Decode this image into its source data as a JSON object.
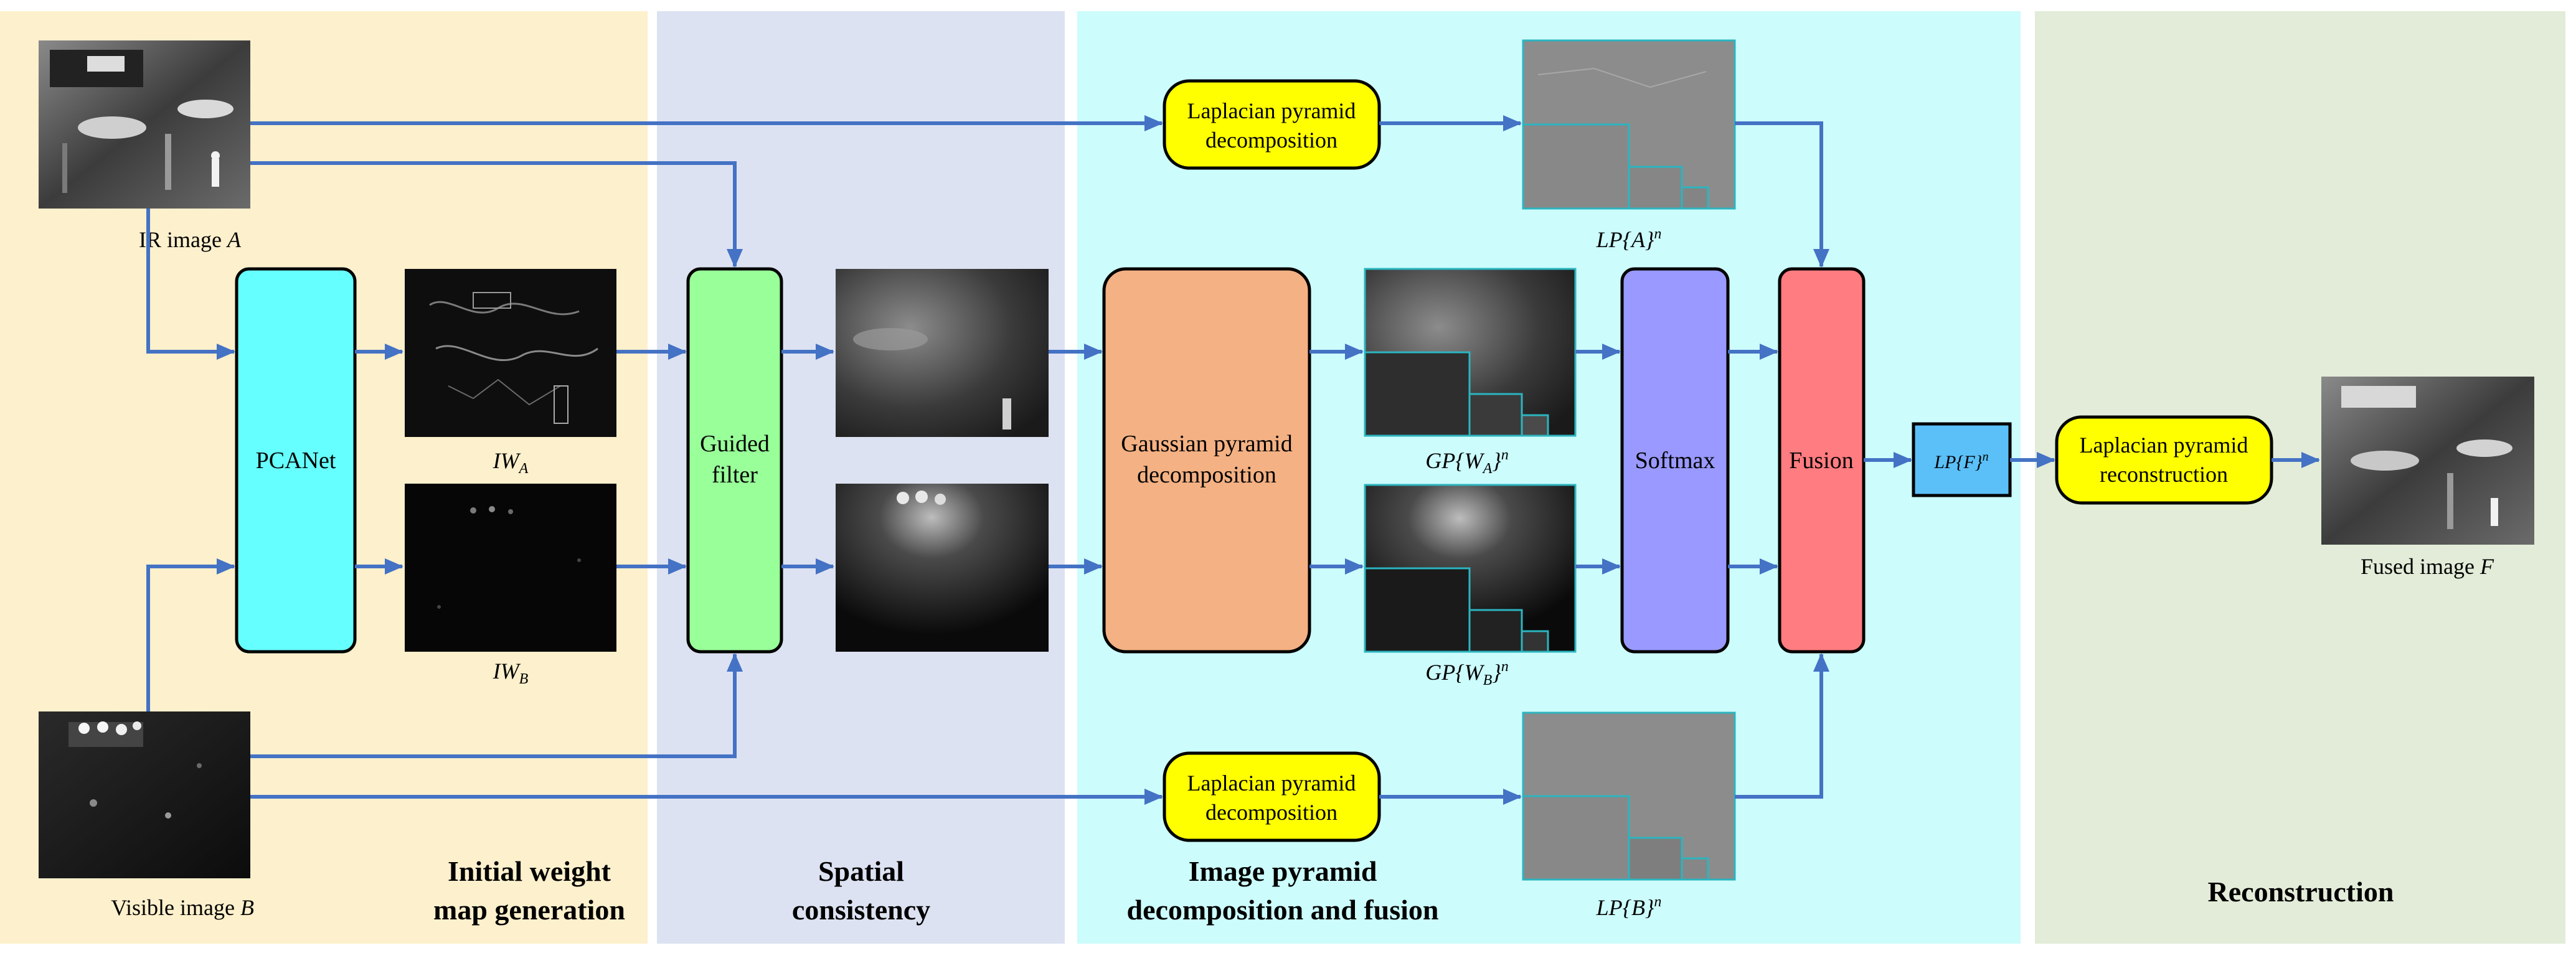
{
  "colors": {
    "stage1_bg": "#fdf0cc",
    "stage2_bg": "#dde2f2",
    "stage3_bg": "#ccfcfc",
    "stage4_bg": "#e2ecd8",
    "arrow": "#4472c4",
    "pcanet": "#66ffff",
    "guided_filter": "#99ff99",
    "gaussian": "#f4b183",
    "softmax": "#9999ff",
    "fusion": "#ff7c80",
    "laplacian": "#ffff00",
    "lpf": "#5bc0f8",
    "pyramid_frame": "#2bb5c0"
  },
  "stages": {
    "initial_line1": "Initial weight",
    "initial_line2": "map generation",
    "spatial_line1": "Spatial",
    "spatial_line2": "consistency",
    "pyramid_line1": "Image pyramid",
    "pyramid_line2": "decomposition and fusion",
    "reconstruction": "Reconstruction"
  },
  "inputs": {
    "ir_label": "IR image ",
    "ir_var": "A",
    "visible_label": "Visible image ",
    "visible_var": "B"
  },
  "blocks": {
    "pcanet": "PCANet",
    "guided_line1": "Guided",
    "guided_line2": "filter",
    "gaussian_line1": "Gaussian pyramid",
    "gaussian_line2": "decomposition",
    "softmax": "Softmax",
    "fusion": "Fusion",
    "lap_top_line1": "Laplacian pyramid",
    "lap_top_line2": "decomposition",
    "lap_bot_line1": "Laplacian pyramid",
    "lap_bot_line2": "decomposition",
    "lap_rec_line1": "Laplacian pyramid",
    "lap_rec_line2": "reconstruction",
    "lpf_main": "LP{F}",
    "lpf_sup": "n"
  },
  "labels": {
    "iwa_main": "IW",
    "iwa_sub": "A",
    "iwb_main": "IW",
    "iwb_sub": "B",
    "gpwa_pre": "GP{W",
    "gpwa_sub": "A",
    "gpwa_post": "}",
    "gpwa_sup": "n",
    "gpwb_pre": "GP{W",
    "gpwb_sub": "B",
    "gpwb_post": "}",
    "gpwb_sup": "n",
    "lpa_main": "LP{A}",
    "lpa_sup": "n",
    "lpb_main": "LP{B}",
    "lpb_sup": "n",
    "fused_label": "Fused image ",
    "fused_var": "F"
  }
}
